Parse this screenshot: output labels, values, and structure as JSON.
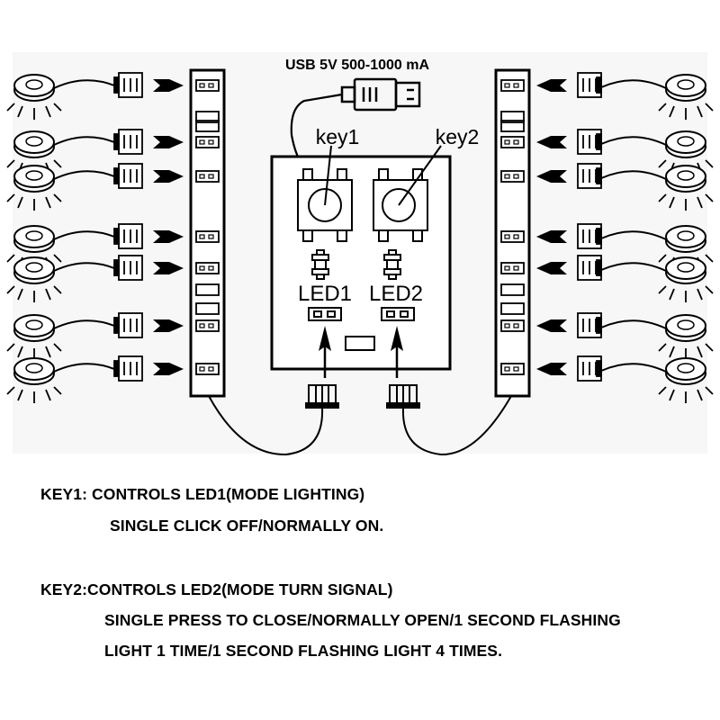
{
  "diagram": {
    "usb_label": "USB 5V 500-1000 mA",
    "key1_label": "key1",
    "key2_label": "key2",
    "led1_label": "LED1",
    "led2_label": "LED2"
  },
  "description": {
    "key1_line": "KEY1: CONTROLS LED1(MODE LIGHTING)",
    "key1_detail": "SINGLE CLICK OFF/NORMALLY ON.",
    "key2_line": "KEY2:CONTROLS LED2(MODE TURN SIGNAL)",
    "key2_detail_1": "SINGLE PRESS TO CLOSE/NORMALLY  OPEN/1 SECOND FLASHING",
    "key2_detail_2": "LIGHT 1 TIME/1 SECOND FLASHING LIGHT 4 TIMES."
  }
}
